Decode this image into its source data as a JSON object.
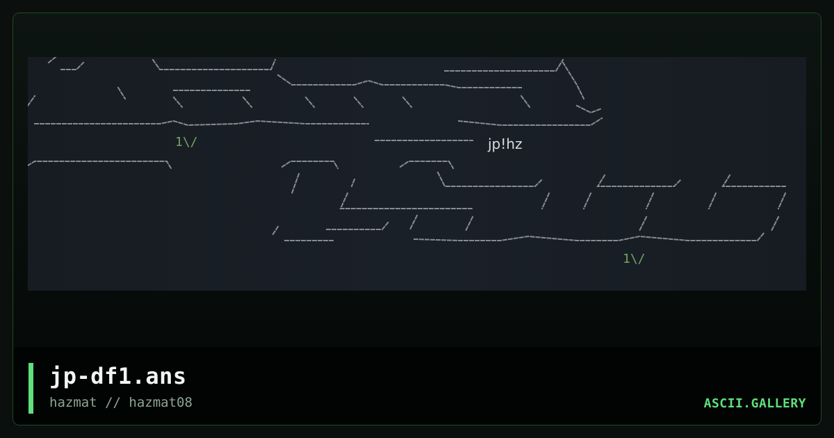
{
  "title": "jp-df1.ans",
  "byline": "hazmat // hazmat08",
  "brand": "ASCII.GALLERY",
  "art": {
    "signature": "jp!hz",
    "tag": "1\\/"
  },
  "colors": {
    "accent": "#5fe07a",
    "art_line": "#9aa0a6",
    "art_green": "#7fb36a",
    "art_cyan": "#6fd6d6"
  }
}
